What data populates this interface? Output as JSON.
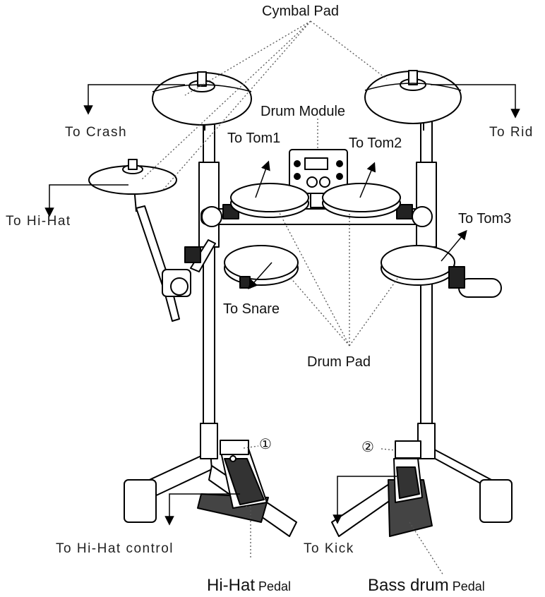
{
  "labels": {
    "cymbal_pad": "Cymbal Pad",
    "drum_module": "Drum Module",
    "to_crash": "To Crash",
    "to_rid": "To Rid",
    "to_tom1": "To Tom1",
    "to_tom2": "To Tom2",
    "to_tom3": "To Tom3",
    "to_hihat": "To Hi-Hat",
    "to_snare": "To Snare",
    "drum_pad": "Drum Pad",
    "callout_1": "①",
    "callout_2": "②",
    "to_hihat_control": "To Hi-Hat control",
    "to_kick": "To Kick",
    "hihat_pedal_a": "Hi-Hat",
    "hihat_pedal_b": " Pedal",
    "bass_pedal_a": "Bass drum",
    "bass_pedal_b": " Pedal"
  }
}
